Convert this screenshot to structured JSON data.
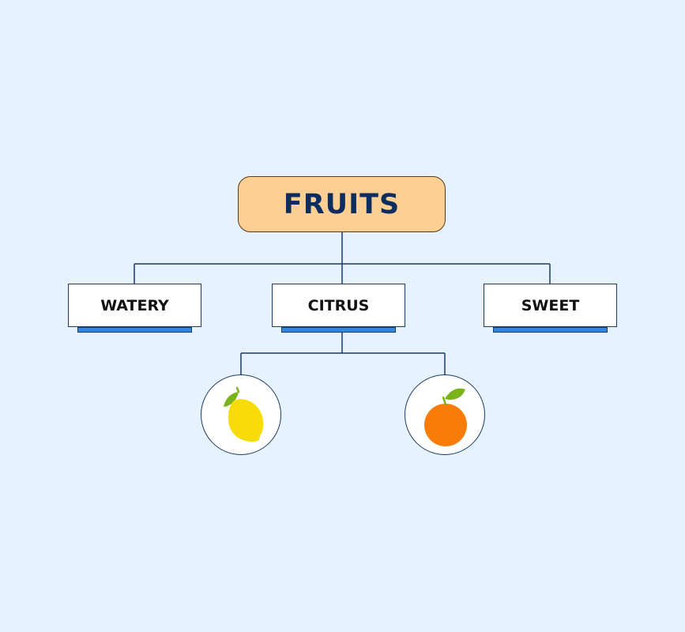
{
  "colors": {
    "background": "#e6f2fd",
    "root_fill": "#fecf92",
    "root_text": "#0c2d5e",
    "connector": "#1b3a66",
    "category_shadow": "#2f87e0",
    "lemon": "#f7dc0a",
    "orange": "#f77c0a",
    "leaf": "#7bb31c"
  },
  "root": {
    "label": "FRUITS"
  },
  "categories": [
    {
      "label": "WATERY"
    },
    {
      "label": "CITRUS"
    },
    {
      "label": "SWEET"
    }
  ],
  "leaves": [
    {
      "icon": "lemon-icon"
    },
    {
      "icon": "orange-icon"
    }
  ]
}
